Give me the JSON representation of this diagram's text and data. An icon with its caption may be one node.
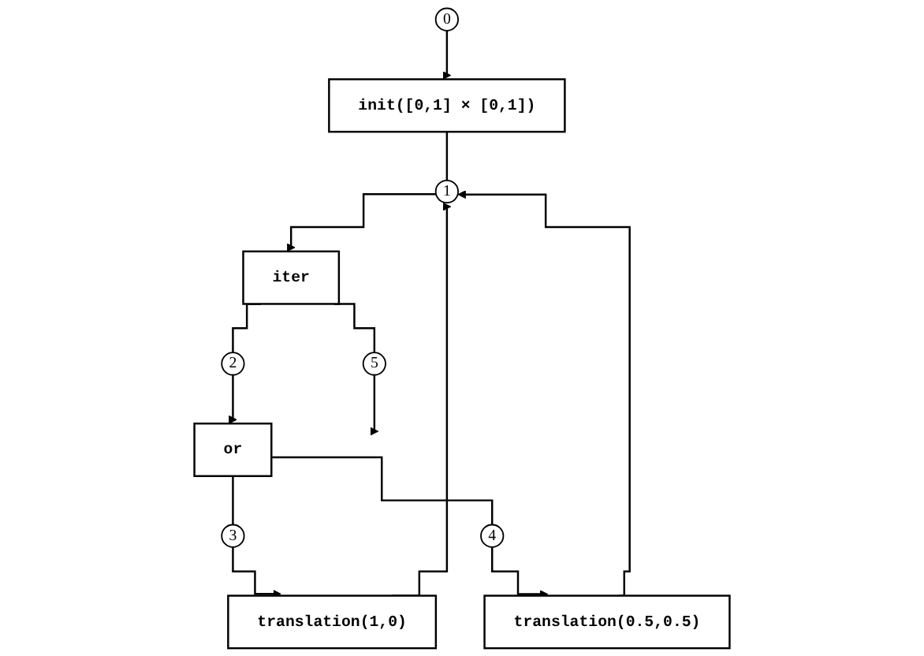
{
  "diagram": {
    "nodes": [
      {
        "text": [
          "0"
        ]
      },
      {
        "text": [
          "init([0,1] × [0,1])"
        ]
      },
      {
        "text": [
          "1"
        ]
      },
      {
        "text": [
          "iter"
        ]
      },
      {
        "text": [
          "2"
        ]
      },
      {
        "text": [
          "or"
        ]
      },
      {
        "text": [
          "3"
        ]
      },
      {
        "text": [
          "4"
        ]
      },
      {
        "text": [
          "translation(1,0)"
        ]
      },
      {
        "text": [
          "translation(0.5,0.5)"
        ]
      },
      {
        "text": [
          "5"
        ]
      }
    ],
    "edges": [
      {
        "from": 0,
        "to": 1,
        "arrow": "to"
      },
      {
        "from": 1,
        "to": 2,
        "arrow": "none"
      },
      {
        "from": 2,
        "to": 3,
        "arrow": "to"
      },
      {
        "from": 3,
        "to": 4,
        "arrow": "none"
      },
      {
        "from": 4,
        "to": 5,
        "arrow": "to"
      },
      {
        "from": 5,
        "to": 6,
        "arrow": "none"
      },
      {
        "from": 6,
        "to": 8,
        "arrow": "to"
      },
      {
        "from": 5,
        "to": 7,
        "arrow": "none"
      },
      {
        "from": 7,
        "to": 9,
        "arrow": "to"
      },
      {
        "from": 8,
        "to": 2,
        "arrow": "to"
      },
      {
        "from": 9,
        "to": 2,
        "arrow": "to"
      },
      {
        "from": 3,
        "to": 10,
        "arrow": "none"
      },
      {
        "from": 10,
        "to": null,
        "arrow": "to"
      }
    ]
  }
}
